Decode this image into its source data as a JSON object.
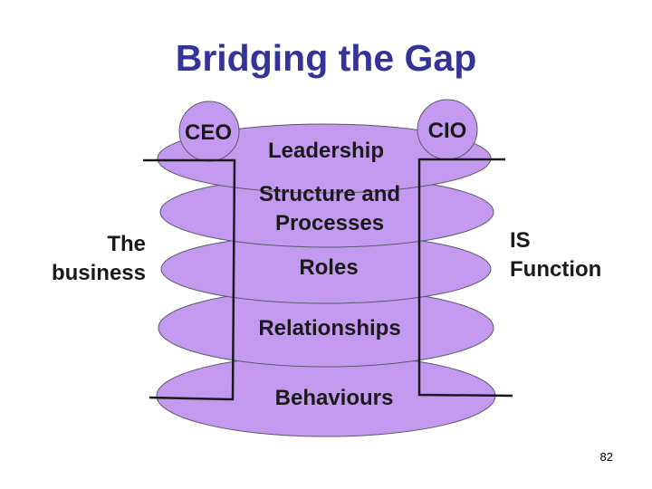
{
  "title": "Bridging the Gap",
  "left_label": [
    "The",
    "business"
  ],
  "right_label": [
    "IS",
    "Function"
  ],
  "people": {
    "ceo": "CEO",
    "cio": "CIO"
  },
  "layers": [
    {
      "id": "leadership",
      "lines": [
        "Leadership"
      ]
    },
    {
      "id": "structure",
      "lines": [
        "Structure and",
        "Processes"
      ]
    },
    {
      "id": "roles",
      "lines": [
        "Roles"
      ]
    },
    {
      "id": "relationships",
      "lines": [
        "Relationships"
      ]
    },
    {
      "id": "behaviours",
      "lines": [
        "Behaviours"
      ]
    }
  ],
  "colors": {
    "title": "#333399",
    "layer_fill": "#c49af0",
    "layer_stroke": "#5a5a6a",
    "line": "#1a1a1a"
  },
  "page_number": "82"
}
